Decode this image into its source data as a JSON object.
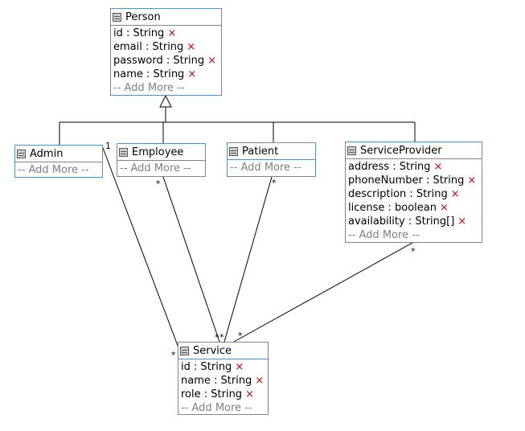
{
  "classes": {
    "person": {
      "name": "Person",
      "attributes": [
        "id : String",
        "email : String",
        "password : String",
        "name : String"
      ],
      "add_more": "-- Add More --"
    },
    "admin": {
      "name": "Admin",
      "add_more": "-- Add More --"
    },
    "employee": {
      "name": "Employee",
      "add_more": "-- Add More --"
    },
    "patient": {
      "name": "Patient",
      "add_more": "-- Add More --"
    },
    "service_provider": {
      "name": "ServiceProvider",
      "attributes": [
        "address : String",
        "phoneNumber : String",
        "description : String",
        "license : boolean",
        "availability : String[]"
      ],
      "add_more": "-- Add More --"
    },
    "service": {
      "name": "Service",
      "attributes": [
        "id : String",
        "name : String",
        "role : String"
      ],
      "add_more": "-- Add More --"
    }
  },
  "delete_glyph": "×",
  "multiplicities": {
    "admin_end": "1",
    "admin_service_end": "*",
    "employee_end": "*",
    "employee_service_end": "*",
    "patient_end": "*",
    "patient_service_end": "*",
    "provider_end": "*",
    "provider_service_end": "*"
  },
  "colors": {
    "class_border": "#5b8db8",
    "delete_x": "#cc0000",
    "add_more_text": "#808080"
  }
}
